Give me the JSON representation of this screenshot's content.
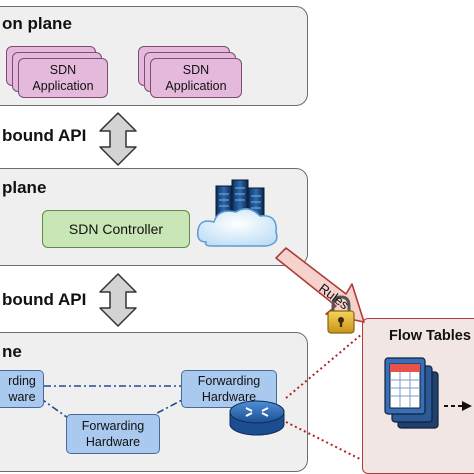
{
  "application_plane": {
    "title": "on plane",
    "apps": [
      {
        "line1": "SDN",
        "line2": "Application"
      },
      {
        "line1": "SDN",
        "line2": "Application"
      }
    ]
  },
  "northbound_api": {
    "label": "bound API"
  },
  "control_plane": {
    "title": "plane",
    "controller_label": "SDN Controller"
  },
  "southbound_api": {
    "label": "bound API"
  },
  "data_plane": {
    "title": "ne",
    "hardware": [
      {
        "line1": "rding",
        "line2": "ware"
      },
      {
        "line1": "Forwarding",
        "line2": "Hardware"
      },
      {
        "line1": "Forwarding",
        "line2": "Hardware"
      }
    ]
  },
  "rules_label": "Rules",
  "flow_tables": {
    "title": "Flow Tables"
  },
  "colors": {
    "plane_fill": "#efefef",
    "app_fill": "#e4b9db",
    "controller_fill": "#c9e6b6",
    "hardware_fill": "#a9c9ee",
    "rules_arrow_fill": "#f6d2cc",
    "rules_arrow_stroke": "#b23a3a",
    "flow_panel_fill": "#f1e6e4",
    "dotted_line": "#b22222",
    "dashdot_line": "#1f4f8f"
  }
}
